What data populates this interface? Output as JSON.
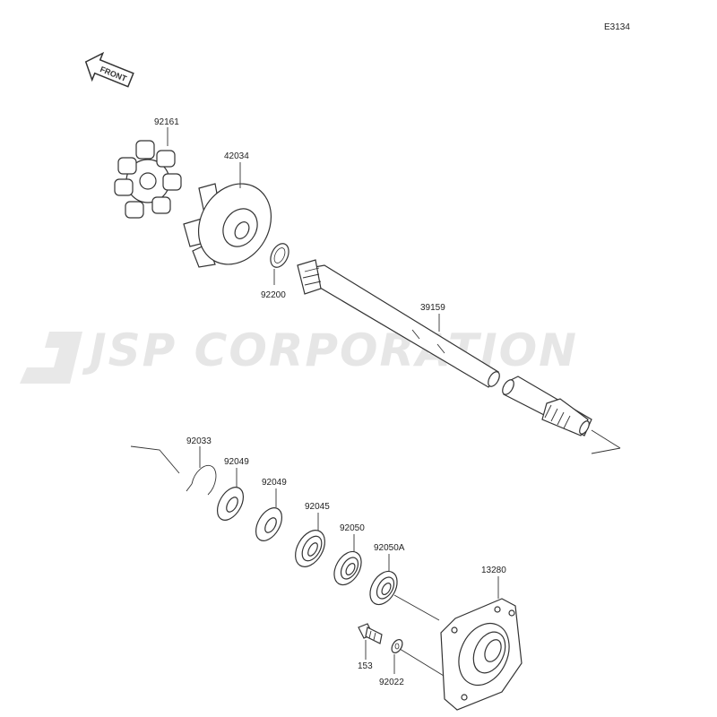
{
  "diagram_code": "E3134",
  "front_label": "FRONT",
  "watermark": "JSP CORPORATION",
  "parts": {
    "impeller_rubber": "92161",
    "impeller": "42034",
    "ring": "92200",
    "shaft": "39159",
    "circlip": "92033",
    "washer_a": "92049",
    "washer_b": "92049",
    "bearing": "92045",
    "seal_a": "92050",
    "seal_b": "92050A",
    "cover": "13280",
    "bolt": "153",
    "washer_small": "92022"
  }
}
